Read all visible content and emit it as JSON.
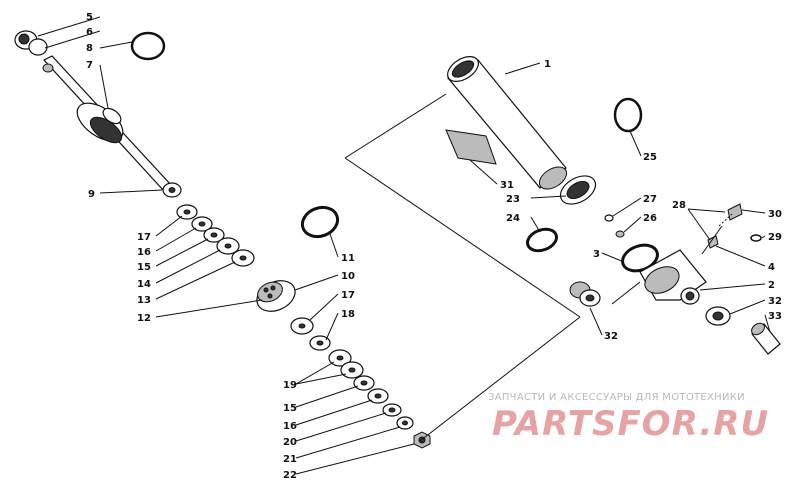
{
  "watermark": {
    "subtitle": "ЗАПЧАСТИ И АКСЕССУАРЫ ДЛЯ МОТОТЕХНИКИ",
    "logo": "PARTSFOR.RU"
  },
  "callouts": [
    {
      "id": "c5",
      "label": "5"
    },
    {
      "id": "c6",
      "label": "6"
    },
    {
      "id": "c8",
      "label": "8"
    },
    {
      "id": "c7",
      "label": "7"
    },
    {
      "id": "c9",
      "label": "9"
    },
    {
      "id": "c17a",
      "label": "17"
    },
    {
      "id": "c16a",
      "label": "16"
    },
    {
      "id": "c15a",
      "label": "15"
    },
    {
      "id": "c14",
      "label": "14"
    },
    {
      "id": "c13",
      "label": "13"
    },
    {
      "id": "c12",
      "label": "12"
    },
    {
      "id": "c11",
      "label": "11"
    },
    {
      "id": "c10",
      "label": "10"
    },
    {
      "id": "c17b",
      "label": "17"
    },
    {
      "id": "c18",
      "label": "18"
    },
    {
      "id": "c19",
      "label": "19"
    },
    {
      "id": "c15b",
      "label": "15"
    },
    {
      "id": "c16b",
      "label": "16"
    },
    {
      "id": "c20",
      "label": "20"
    },
    {
      "id": "c21",
      "label": "21"
    },
    {
      "id": "c22",
      "label": "22"
    },
    {
      "id": "c1",
      "label": "1"
    },
    {
      "id": "c25",
      "label": "25"
    },
    {
      "id": "c31",
      "label": "31"
    },
    {
      "id": "c23",
      "label": "23"
    },
    {
      "id": "c24",
      "label": "24"
    },
    {
      "id": "c27",
      "label": "27"
    },
    {
      "id": "c26",
      "label": "26"
    },
    {
      "id": "c28",
      "label": "28"
    },
    {
      "id": "c30",
      "label": "30"
    },
    {
      "id": "c29",
      "label": "29"
    },
    {
      "id": "c3",
      "label": "3"
    },
    {
      "id": "c4",
      "label": "4"
    },
    {
      "id": "c2",
      "label": "2"
    },
    {
      "id": "c32a",
      "label": "32"
    },
    {
      "id": "c32b",
      "label": "32"
    },
    {
      "id": "c33",
      "label": "33"
    }
  ]
}
